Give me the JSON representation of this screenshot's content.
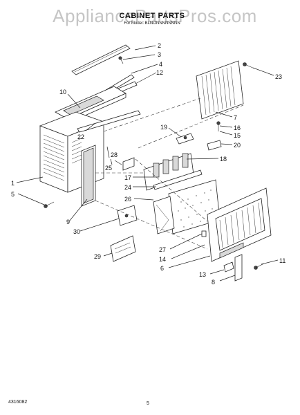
{
  "watermark": "AppliancePartsPros.com",
  "title": "CABINET PARTS",
  "subtitle": "For Model: BLNONNNNNNNN",
  "footer": {
    "doc_number": "4316082",
    "page_number": "5"
  },
  "callouts": {
    "c1": "1",
    "c2": "2",
    "c3": "3",
    "c4": "4",
    "c5": "5",
    "c6": "6",
    "c7": "7",
    "c8": "8",
    "c9": "9",
    "c10": "10",
    "c11": "11",
    "c12": "12",
    "c13": "13",
    "c14": "14",
    "c15": "15",
    "c16": "16",
    "c17": "17",
    "c18": "18",
    "c19": "19",
    "c20": "20",
    "c22": "22",
    "c23": "23",
    "c24": "24",
    "c25": "25",
    "c26": "26",
    "c27": "27",
    "c28": "28",
    "c29": "29",
    "c30": "30"
  }
}
